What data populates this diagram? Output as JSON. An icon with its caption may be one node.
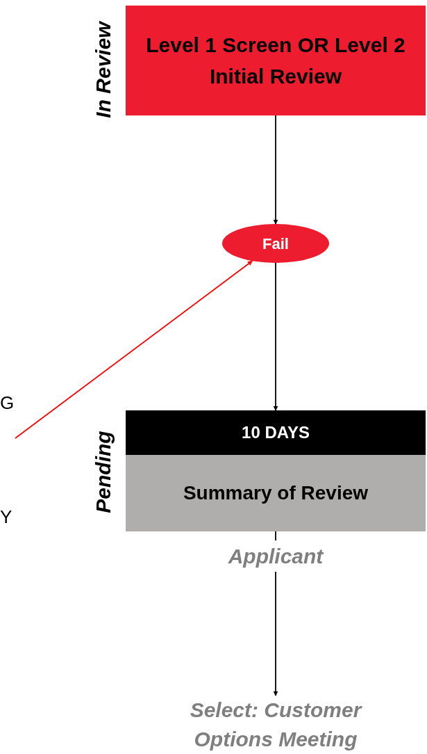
{
  "diagram": {
    "nodes": [
      {
        "text": [
          "Level 1 Screen OR Level 2 Initial Review"
        ],
        "beside": [
          "In Review"
        ]
      },
      {
        "text": [
          "Fail"
        ]
      },
      {
        "text": [
          "10 DAYS",
          "Summary of Review"
        ],
        "beside": [
          "Pending",
          "Applicant"
        ]
      },
      {
        "text": [
          "Select: Customer Options Meeting"
        ]
      }
    ],
    "edges": [
      {
        "from": 0,
        "to": 1,
        "arrow": "to"
      },
      {
        "from": 1,
        "to": 2,
        "arrow": "to"
      },
      {
        "from": 2,
        "to": 3,
        "arrow": "to"
      },
      {
        "from": null,
        "to": 1,
        "arrow": "to",
        "color": "#ff0000"
      }
    ],
    "labels": [
      "G",
      "Y"
    ]
  }
}
